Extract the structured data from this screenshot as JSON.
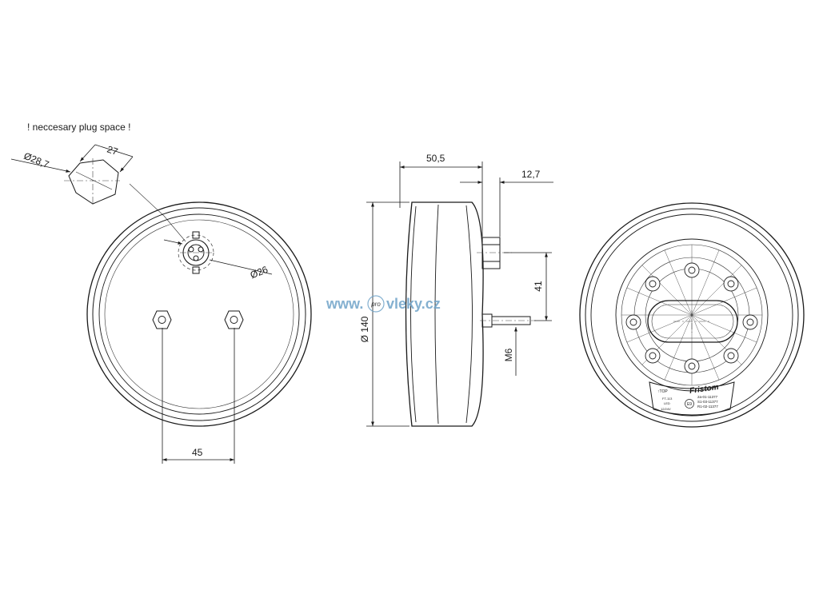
{
  "notes": {
    "plug_space": "! neccesary plug space !"
  },
  "dimensions": {
    "plug_diameter": "Ø28,7",
    "plug_width": "27",
    "socket_diameter": "Ø26",
    "bolt_spacing": "45",
    "overall_depth": "50,5",
    "connector_length": "12,7",
    "body_diameter": "Ø 140",
    "bolt_height": "41",
    "bolt_thread": "M6"
  },
  "watermark": {
    "prefix": "www.",
    "circle": "pro",
    "name": "vleky.cz"
  },
  "label": {
    "brand": "Fristom",
    "top": "↑TOP",
    "small_1": "FT-113",
    "small_2": "LED",
    "small_3": "12/24V",
    "emark": "E9",
    "code_1": "2a-01-11377",
    "code_2": "S1-03-11377",
    "code_3": "R1-02-11377"
  }
}
